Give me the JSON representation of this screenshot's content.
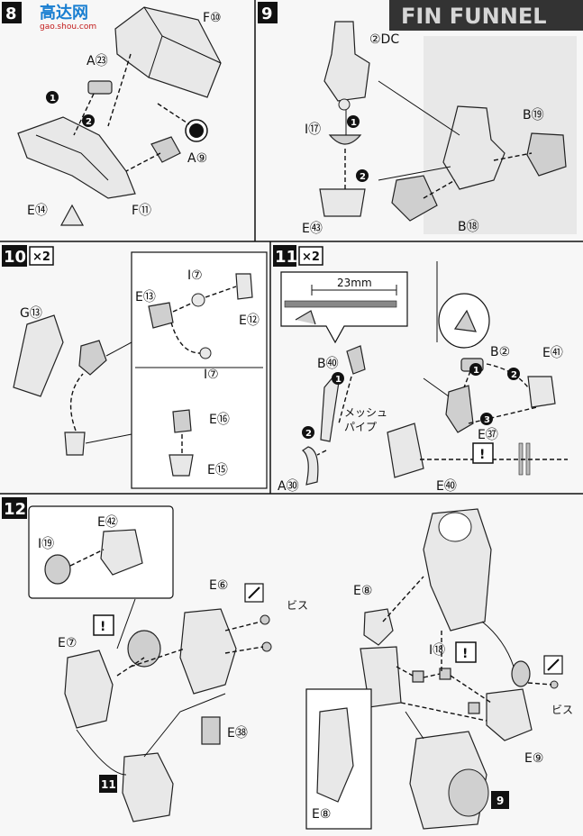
{
  "watermark": {
    "brand": "高达网",
    "url": "gao.shou.com"
  },
  "banner": {
    "title": "FIN FUNNEL"
  },
  "steps": {
    "s8": {
      "num": "8",
      "parts": [
        "A㉓",
        "F⑩",
        "A⑨",
        "E⑭",
        "F⑪"
      ]
    },
    "s9": {
      "num": "9",
      "parts": [
        "②DC",
        "I⑰",
        "B⑲",
        "E㊸",
        "B⑱"
      ]
    },
    "s10": {
      "num": "10",
      "mult": "×2",
      "parts": [
        "G⑬",
        "I⑦",
        "E⑬",
        "E⑫",
        "I⑦",
        "E⑯",
        "E⑮"
      ]
    },
    "s11": {
      "num": "11",
      "mult": "×2",
      "measure": "23mm",
      "mesh": [
        "メッシュ",
        "パイプ"
      ],
      "parts": [
        "B㊵",
        "B②",
        "E㊶",
        "E㊲",
        "A㉚",
        "E㊵"
      ]
    },
    "s12": {
      "num": "12",
      "parts": [
        "E㊷",
        "I⑲",
        "E⑥",
        "E⑦",
        "E㊳",
        "E⑧",
        "I⑱",
        "E⑨",
        "E⑧"
      ],
      "screw": "ビス",
      "screw2": "ビス",
      "ref11": "11",
      "ref9": "9"
    }
  },
  "sequence": [
    "1",
    "2",
    "3"
  ]
}
